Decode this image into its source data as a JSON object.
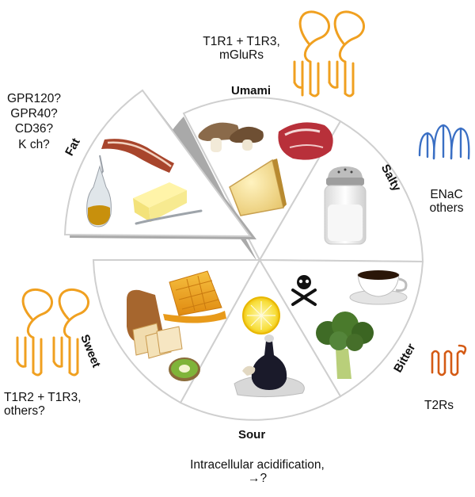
{
  "tastes": {
    "umami": "Umami",
    "salty": "Salty",
    "bitter": "Bitter",
    "sour": "Sour",
    "sweet": "Sweet",
    "fat": "Fat"
  },
  "receptors": {
    "umami_line1": "T1R1 + T1R3,",
    "umami_line2": "mGluRs",
    "salty_line1": "ENaC",
    "salty_line2": "others",
    "bitter": "T2Rs",
    "sweet_line1": "T1R2 + T1R3,",
    "sweet_line2": "others?",
    "sour_line1": "Intracellular acidification,",
    "sour_line2": "→?",
    "fat_line1": "GPR120?",
    "fat_line2": "GPR40?",
    "fat_line3": "CD36?",
    "fat_line4": "K ch?"
  },
  "colors": {
    "sweet_umami_fat_receptor": "#f0a020",
    "salty_receptor": "#3a6fc4",
    "bitter_receptor": "#d45a14",
    "plate_shadow": "#a8a8a8",
    "plate_edge": "#d0d0d0"
  },
  "icons": {
    "toxic": "skull-crossbones-icon"
  }
}
